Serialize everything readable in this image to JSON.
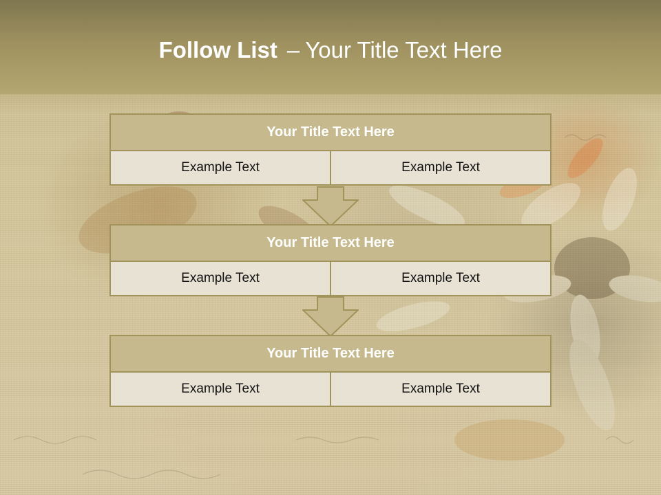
{
  "slide": {
    "title_bold": "Follow List",
    "title_dash": "–",
    "title_rest": "Your Title Text Here"
  },
  "colors": {
    "header": "#a79a66",
    "box_title": "#c6b98d",
    "box_cell": "#e8e2d5",
    "border": "#a2935b",
    "arrow": "#c6b98d"
  },
  "blocks": [
    {
      "title": "Your Title Text Here",
      "cells": [
        "Example Text",
        "Example Text"
      ]
    },
    {
      "title": "Your Title Text Here",
      "cells": [
        "Example Text",
        "Example Text"
      ]
    },
    {
      "title": "Your Title Text Here",
      "cells": [
        "Example Text",
        "Example Text"
      ]
    }
  ],
  "arrows": [
    "down-arrow-icon",
    "down-arrow-icon"
  ]
}
